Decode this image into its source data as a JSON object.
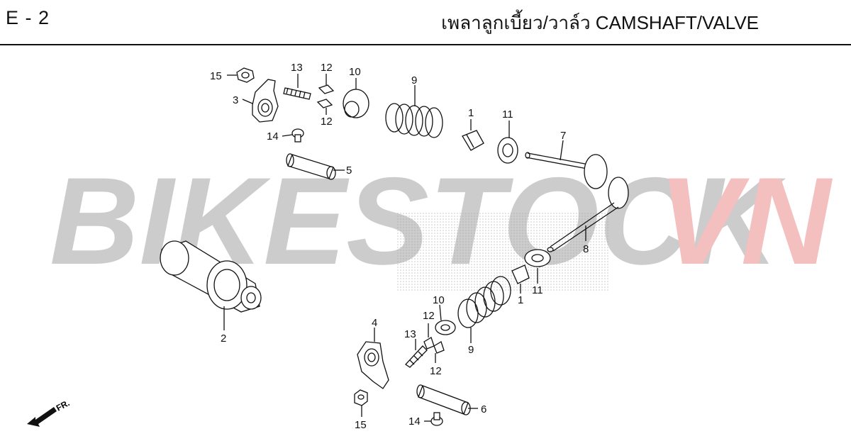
{
  "header": {
    "page_code": "E - 2",
    "title": "เพลาลูกเบี้ยว/วาล์ว  CAMSHAFT/VALVE"
  },
  "watermark": {
    "text_main": "BIKESTOCK",
    "text_accent": "VN",
    "main_color": "#c8c8c8",
    "accent_color": "#f2b8b8"
  },
  "direction_marker": {
    "label": "FR."
  },
  "callouts": {
    "c1_top": "1",
    "c1_bottom": "1",
    "c2": "2",
    "c3": "3",
    "c4": "4",
    "c5": "5",
    "c6": "6",
    "c7": "7",
    "c8": "8",
    "c9_top": "9",
    "c9_bottom": "9",
    "c10_top": "10",
    "c10_bottom": "10",
    "c11_top": "11",
    "c11_bottom": "11",
    "c12_top_a": "12",
    "c12_top_b": "12",
    "c12_bottom_a": "12",
    "c12_bottom_b": "12",
    "c13_top": "13",
    "c13_bottom": "13",
    "c14_top": "14",
    "c14_bottom": "14",
    "c15_top": "15",
    "c15_bottom": "15"
  }
}
